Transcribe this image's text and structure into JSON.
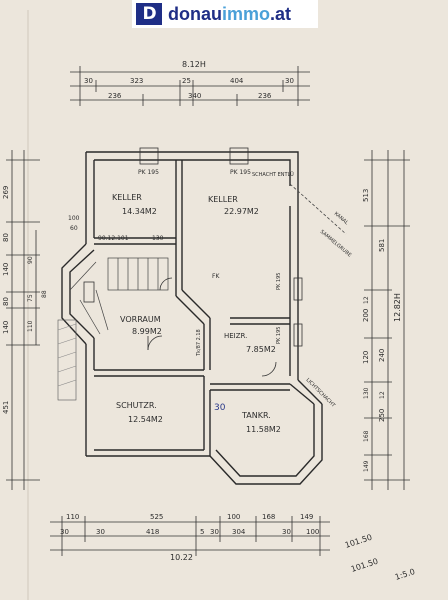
{
  "brand": {
    "logo_glyph": "D",
    "name_part1": "donau",
    "name_part2": "immo",
    "name_part3": ".at",
    "colors": {
      "navy": "#1f2e86",
      "light": "#4aa0d8"
    }
  },
  "dimensions": {
    "top_overall": "8.12H",
    "top_segments": [
      "30",
      "323",
      "25",
      "404",
      "30"
    ],
    "top_second": [
      "236",
      "340",
      "236"
    ],
    "bottom_segments": [
      "110",
      "525",
      "100",
      "168",
      "149"
    ],
    "bottom_second": [
      "30",
      "30",
      "418",
      "5",
      "30",
      "304",
      "30",
      "100"
    ],
    "bottom_overall": "10.22",
    "right_overall": "12.82H",
    "right_segments": [
      "513",
      "581",
      "200",
      "240",
      "120",
      "250"
    ],
    "right_small": [
      "130",
      "12",
      "12",
      "168",
      "149"
    ],
    "left_segments": [
      "269",
      "80",
      "140",
      "80",
      "140",
      "451"
    ],
    "left_small": [
      "88",
      "75",
      "90",
      "110"
    ]
  },
  "rooms": {
    "keller1": {
      "name": "KELLER",
      "area": "14.34M2"
    },
    "keller2": {
      "name": "KELLER",
      "area": "22.97M2"
    },
    "vorraum": {
      "name": "VORRAUM",
      "area": "8.99M2"
    },
    "heizr": {
      "name": "HEIZR.",
      "area": "7.85M2"
    },
    "schutzr": {
      "name": "SCHUTZR.",
      "area": "12.54M2"
    },
    "tankr": {
      "name": "TANKR.",
      "area": "11.58M2"
    }
  },
  "labels": {
    "pk1": "PK 195",
    "pk2": "PK 195",
    "pk3": "PK 195",
    "pk4": "PK 195",
    "fk": "FK",
    "schacht": "SCHACHT ENTLÜ",
    "kanal": "KANAL",
    "sammelgrube": "SAMMELGRUBE",
    "lichtschacht": "LICHTSCHACHT",
    "stairs_width": "90.12.101",
    "door_130": "130",
    "door_100": "100",
    "door_60": "60",
    "tk1": "Tk/87 2.18",
    "num_30": "30",
    "note_1": "101.50",
    "note_2": "101.50",
    "note_3": "1:5.0"
  }
}
